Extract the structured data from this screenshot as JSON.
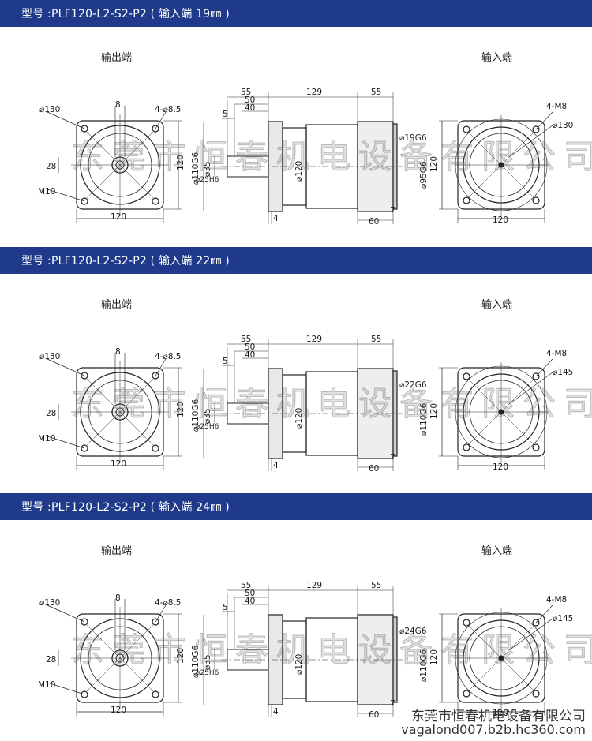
{
  "sections": [
    {
      "title": "型号 :PLF120-L2-S2-P2 ( 输入端 19㎜ )",
      "output_label": "输出端",
      "input_label": "输入端",
      "out_dims": {
        "bolt_circle": "⌀130",
        "key_width": "8",
        "holes": "4-⌀8.5",
        "height": "28",
        "side": "120",
        "bottom": "120",
        "thread": "M10"
      },
      "mid_dims": {
        "d55": "55",
        "d50": "50",
        "d40": "40",
        "d5": "5",
        "d129": "129",
        "d55b": "55",
        "pilot": "⌀110G6",
        "shaft": "⌀35",
        "bore": "⌀25H6",
        "body": "⌀120",
        "flange": "4",
        "in_bore": "⌀19G6",
        "in_pilot": "⌀95G6",
        "in_len": "60",
        "in_flange": "7"
      },
      "in_dims": {
        "holes": "4-M8",
        "bolt_circle": "⌀130",
        "side": "120",
        "bottom": "120"
      },
      "watermark": "东莞市恒春机电设备有限公司"
    },
    {
      "title": "型号 :PLF120-L2-S2-P2 ( 输入端 22㎜ )",
      "output_label": "输出端",
      "input_label": "输入端",
      "out_dims": {
        "bolt_circle": "⌀130",
        "key_width": "8",
        "holes": "4-⌀8.5",
        "height": "28",
        "side": "120",
        "bottom": "120",
        "thread": "M10"
      },
      "mid_dims": {
        "d55": "55",
        "d50": "50",
        "d40": "40",
        "d5": "5",
        "d129": "129",
        "d55b": "55",
        "pilot": "⌀110G6",
        "shaft": "⌀35",
        "bore": "⌀25H6",
        "body": "⌀120",
        "flange": "4",
        "in_bore": "⌀22G6",
        "in_pilot": "⌀110G6",
        "in_len": "60",
        "in_flange": "7"
      },
      "in_dims": {
        "holes": "4-M8",
        "bolt_circle": "⌀145",
        "side": "120",
        "bottom": "120"
      },
      "watermark": "东莞市恒春机电设备有限公司"
    },
    {
      "title": "型号 :PLF120-L2-S2-P2 ( 输入端 24㎜ )",
      "output_label": "输出端",
      "input_label": "输入端",
      "out_dims": {
        "bolt_circle": "⌀130",
        "key_width": "8",
        "holes": "4-⌀8.5",
        "height": "28",
        "side": "120",
        "bottom": "120",
        "thread": "M10"
      },
      "mid_dims": {
        "d55": "55",
        "d50": "50",
        "d40": "40",
        "d5": "5",
        "d129": "129",
        "d55b": "55",
        "pilot": "⌀110G6",
        "shaft": "⌀35",
        "bore": "⌀25H6",
        "body": "⌀120",
        "flange": "4",
        "in_bore": "⌀24G6",
        "in_pilot": "⌀110G6",
        "in_len": "60",
        "in_flange": "7"
      },
      "in_dims": {
        "holes": "4-M8",
        "bolt_circle": "⌀145",
        "side": "120",
        "bottom": "120"
      },
      "watermark": "东莞市恒春机电设备有限公司"
    }
  ],
  "footer": {
    "company": "东莞市恒春机电设备有限公司",
    "url": "vagalond007.b2b.hc360.com"
  }
}
